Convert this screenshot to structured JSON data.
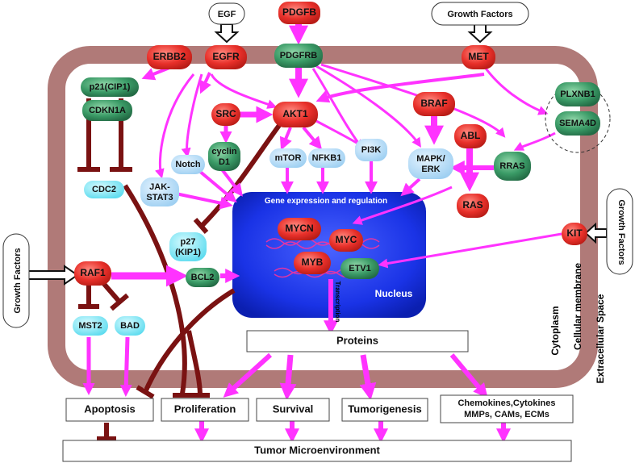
{
  "regions": {
    "cytoplasm": "Cytoplasm",
    "cellular_membrane": "Cellular membrane",
    "extracellular_space": "Extracellular Space",
    "nucleus": "Nucleus",
    "gene_expression": "Gene expression and regulation",
    "transcription": "Transcription"
  },
  "external_signals": {
    "egf": "EGF",
    "growth_factors_top": "Growth Factors",
    "growth_factors_left": "Growth Factors",
    "growth_factors_right": "Growth Factors"
  },
  "red_nodes": {
    "pdgfb": "PDGFB",
    "erbb2": "ERBB2",
    "egfr": "EGFR",
    "met": "MET",
    "src": "SRC",
    "akt1": "AKT1",
    "braf": "BRAF",
    "abl": "ABL",
    "ras": "RAS",
    "kit": "KIT",
    "raf1": "RAF1",
    "mycn": "MYCN",
    "myc": "MYC",
    "myb": "MYB"
  },
  "green_nodes": {
    "pdgfrb": "PDGFRB",
    "p21": "p21(CIP1)",
    "cdkn1a": "CDKN1A",
    "cyclin_d1": [
      "cyclin",
      "D1"
    ],
    "plxnb1": "PLXNB1",
    "sema4d": "SEMA4D",
    "rras": "RRAS",
    "bcl2": "BCL2",
    "etv1": "ETV1"
  },
  "blue_nodes": {
    "notch": "Notch",
    "mtor": "mTOR",
    "nfkb1": "NFKB1",
    "pi3k": "PI3K",
    "mapk_erk": [
      "MAPK/",
      "ERK"
    ],
    "jak_stat3": [
      "JAK-",
      "STAT3"
    ]
  },
  "cyan_nodes": {
    "cdc2": "CDC2",
    "p27": [
      "p27",
      "(KIP1)"
    ],
    "mst2": "MST2",
    "bad": "BAD"
  },
  "outcome_boxes": {
    "proteins": "Proteins",
    "apoptosis": "Apoptosis",
    "proliferation": "Proliferation",
    "survival": "Survival",
    "tumorigenesis": "Tumorigenesis",
    "chemokines": [
      "Chemokines,Cytokines",
      "MMPs, CAMs, ECMs"
    ],
    "tumor_microenvironment": "Tumor Microenvironment"
  },
  "colors": {
    "membrane": "#b07a78",
    "activation_arrow": "#ff33ff",
    "inhibition": "#7a1212",
    "red_node": "#e8302a",
    "green_node": "#2e8b57",
    "blue_node": "#aed8f5",
    "cyan_node": "#7fe6f5",
    "nucleus": "#1530e0"
  }
}
